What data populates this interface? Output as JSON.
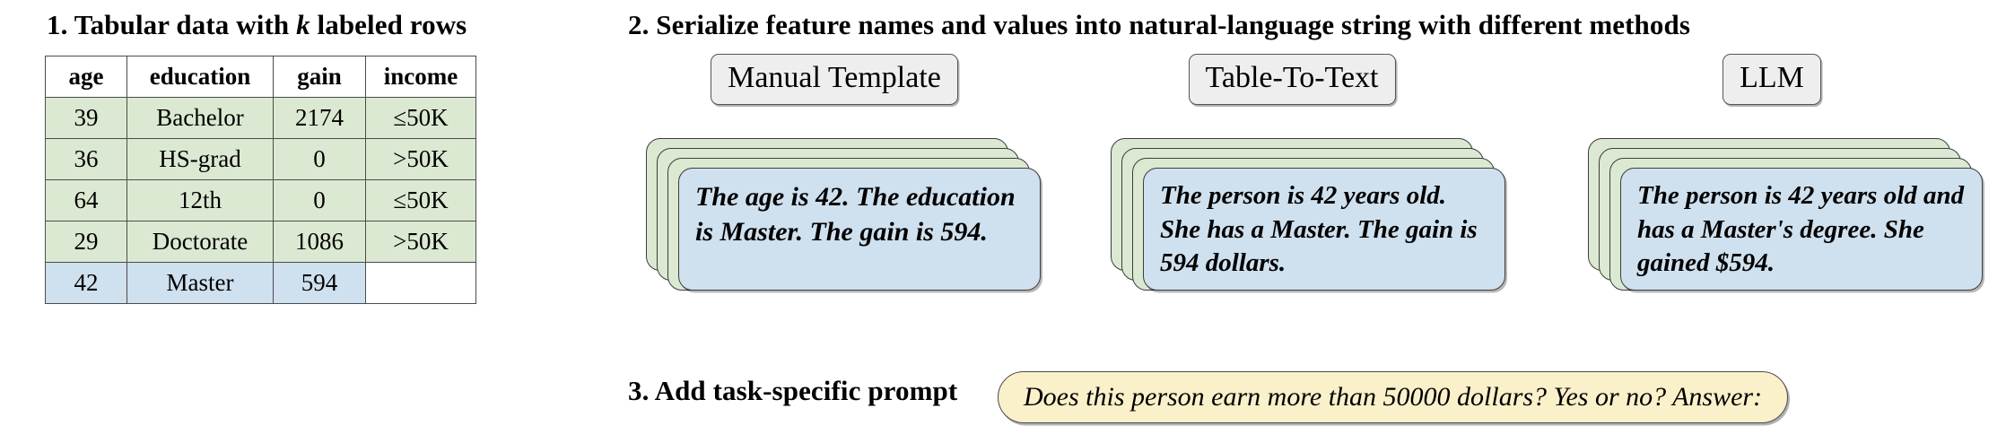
{
  "steps": {
    "step1": {
      "number": "1.",
      "text_before": "Tabular data with ",
      "italic": "k",
      "text_after": " labeled rows"
    },
    "step2": {
      "full": "2. Serialize feature names and values into natural-language string with different methods"
    },
    "step3": {
      "full": "3. Add task-specific prompt"
    }
  },
  "table": {
    "headers": [
      "age",
      "education",
      "gain",
      "income"
    ],
    "rows": [
      {
        "age": "39",
        "education": "Bachelor",
        "gain": "2174",
        "income": "≤50K",
        "highlight": "green"
      },
      {
        "age": "36",
        "education": "HS-grad",
        "gain": "0",
        "income": ">50K",
        "highlight": "green"
      },
      {
        "age": "64",
        "education": "12th",
        "gain": "0",
        "income": "≤50K",
        "highlight": "green"
      },
      {
        "age": "29",
        "education": "Doctorate",
        "gain": "1086",
        "income": ">50K",
        "highlight": "green"
      },
      {
        "age": "42",
        "education": "Master",
        "gain": "594",
        "income": "",
        "highlight": "blue"
      }
    ]
  },
  "methods": [
    {
      "label": "Manual Template",
      "card_text": "The age is 42. The education is Master. The gain is 594.",
      "stack_count": 3
    },
    {
      "label": "Table-To-Text",
      "card_text": "The person is 42 years old. She has a Master. The gain is 594 dollars.",
      "stack_count": 3
    },
    {
      "label": "LLM",
      "card_text": "The person is 42 years old and has a Master's degree. She gained $594.",
      "stack_count": 3
    }
  ],
  "prompt": {
    "text": "Does this person earn more than 50000 dollars? Yes or no? Answer:"
  },
  "colors": {
    "green_row": "#dce9d2",
    "blue_row": "#cfe0ee",
    "label_box": "#eeeeee",
    "prompt_box": "#faf0ca",
    "border": "#4b4b4b"
  }
}
